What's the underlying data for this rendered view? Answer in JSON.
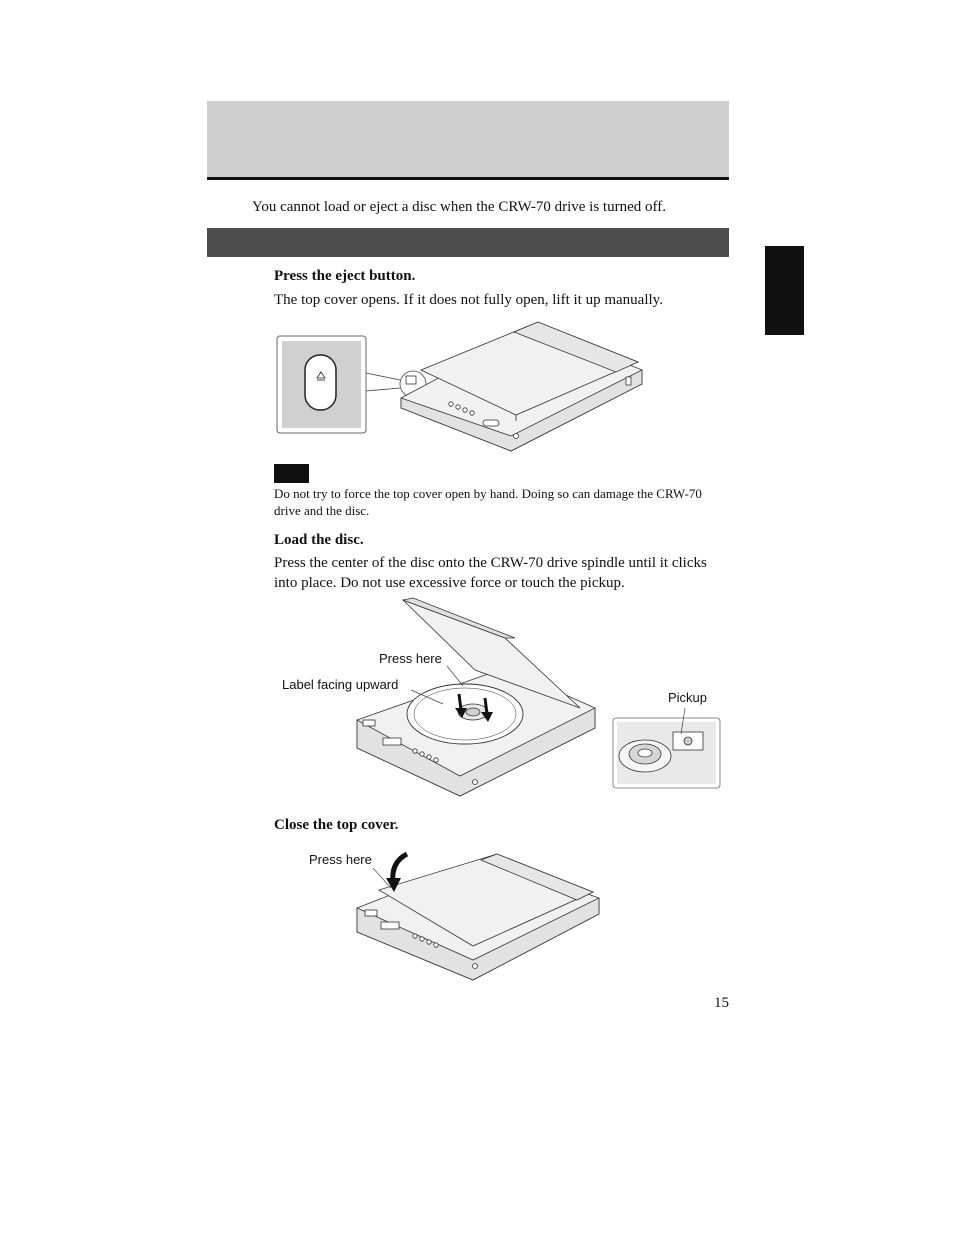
{
  "intro_text": "You cannot load or eject a disc when the CRW-70 drive is turned off.",
  "steps": [
    {
      "title": "Press the eject button.",
      "text": "The top cover opens. If it does not fully open, lift it up manually."
    },
    {
      "title": "Load the disc.",
      "text": "Press the center of the disc onto the CRW-70 drive spindle until it clicks into place. Do not use excessive force or touch the pickup."
    },
    {
      "title": "Close the top cover.",
      "text": ""
    }
  ],
  "note": {
    "text": "Do not try to force the top cover open by hand. Doing so can damage the CRW-70 drive and the disc."
  },
  "figure_labels": {
    "press_here_1": "Press here",
    "label_facing_upward": "Label facing upward",
    "pickup": "Pickup",
    "press_here_2": "Press here"
  },
  "page_number": "15",
  "icons": {
    "eject": "eject-icon",
    "arrow": "press-arrow-icon"
  },
  "colors": {
    "header_box": "#cfcfcf",
    "section_bar": "#4d4d4d",
    "side_tab": "#111111"
  }
}
